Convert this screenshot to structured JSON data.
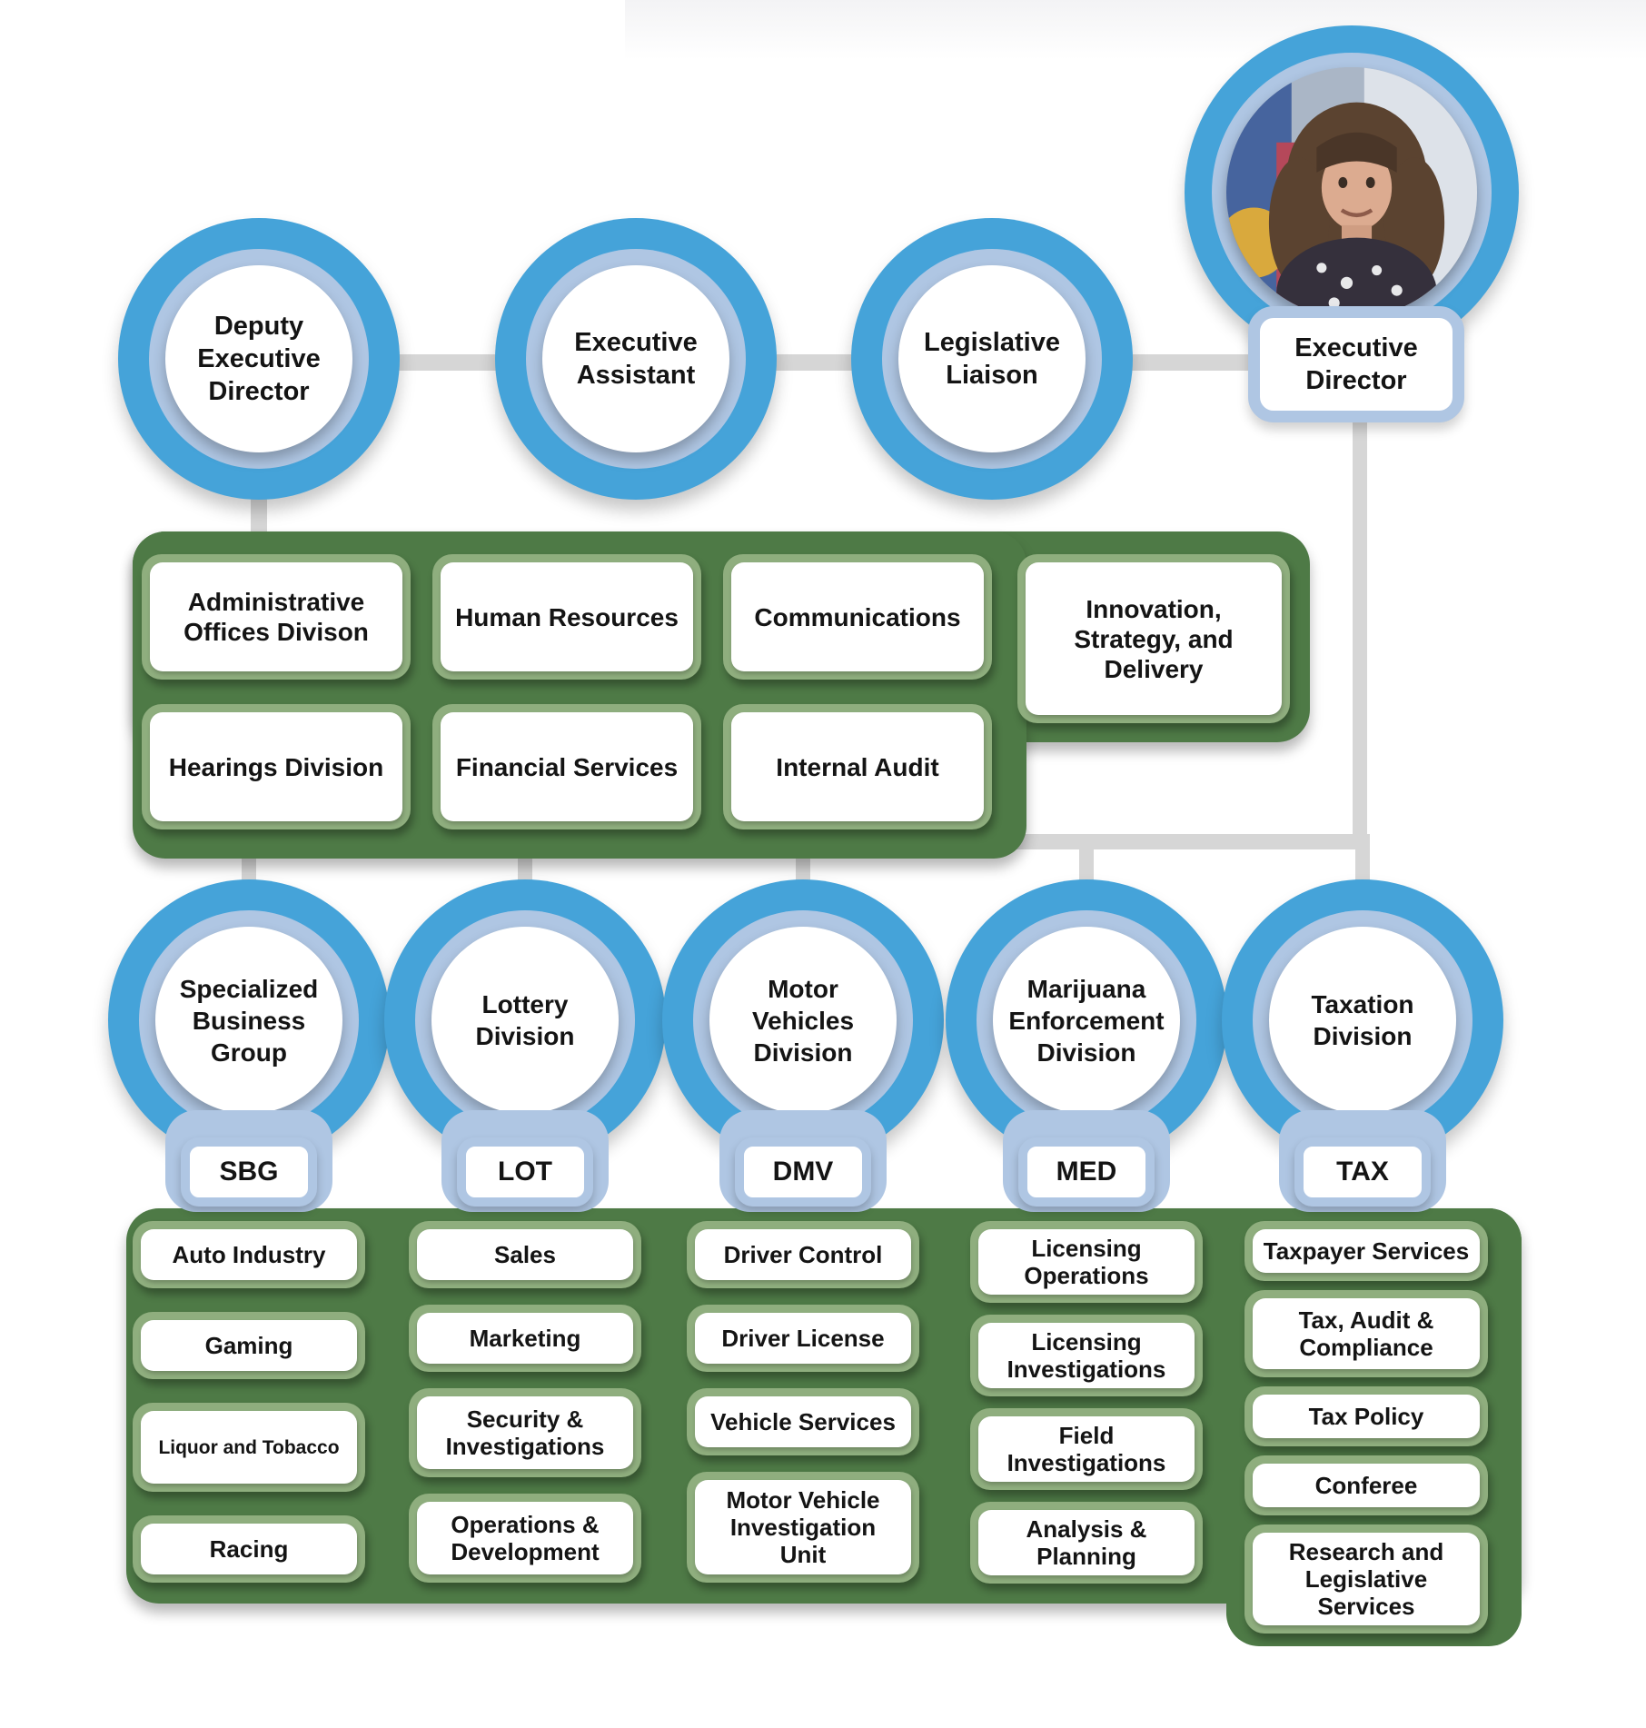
{
  "palette": {
    "circle_blue": "#45a3d9",
    "light_blue": "#afc6e3",
    "container_green": "#4e7a46",
    "ring_sage": "#8fae7e",
    "connector_gray": "#d6d6d6",
    "text": "#141414",
    "top_strip": "#f3f3f5"
  },
  "leadership": {
    "deputy": "Deputy Executive Director",
    "assistant": "Executive Assistant",
    "liaison": "Legislative Liaison"
  },
  "executive": {
    "title": "Executive Director",
    "portrait": "executive-director-portrait"
  },
  "executive_offices": [
    "Administrative Offices Divison",
    "Human Resources",
    "Communications",
    "Innovation, Strategy, and Delivery",
    "Hearings Division",
    "Financial Services",
    "Internal Audit"
  ],
  "divisions": [
    {
      "name": "Specialized Business Group",
      "abbr": "SBG"
    },
    {
      "name": "Lottery Division",
      "abbr": "LOT"
    },
    {
      "name": "Motor Vehicles Division",
      "abbr": "DMV"
    },
    {
      "name": "Marijuana Enforcement Division",
      "abbr": "MED"
    },
    {
      "name": "Taxation Division",
      "abbr": "TAX"
    }
  ],
  "units": {
    "sbg": [
      "Auto Industry",
      "Gaming",
      "Liquor and Tobacco",
      "Racing"
    ],
    "lot": [
      "Sales",
      "Marketing",
      "Security & Investigations",
      "Operations & Development"
    ],
    "dmv": [
      "Driver Control",
      "Driver License",
      "Vehicle Services",
      "Motor Vehicle Investigation Unit"
    ],
    "med": [
      "Licensing Operations",
      "Licensing Investigations",
      "Field Investigations",
      "Analysis & Planning"
    ],
    "tax": [
      "Taxpayer Services",
      "Tax, Audit & Compliance",
      "Tax Policy",
      "Conferee",
      "Research and Legislative Services"
    ]
  }
}
